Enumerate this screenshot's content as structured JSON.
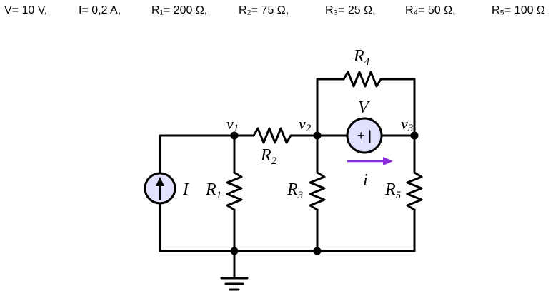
{
  "parameters": [
    {
      "text": "V= 10 V,"
    },
    {
      "text": "I= 0,2 A,"
    },
    {
      "text": "R₁= 200 Ω,"
    },
    {
      "text": "R₂= 75  Ω,"
    },
    {
      "text": "R₃= 25 Ω,"
    },
    {
      "text": "R₄= 50 Ω,"
    },
    {
      "text": "R₅= 100 Ω"
    }
  ],
  "circuit": {
    "labels": {
      "R4": {
        "main": "R",
        "sub": "4"
      },
      "R2": {
        "main": "R",
        "sub": "2"
      },
      "R1": {
        "main": "R",
        "sub": "1"
      },
      "R3": {
        "main": "R",
        "sub": "3"
      },
      "R5": {
        "main": "R",
        "sub": "5"
      },
      "V": "V",
      "I": "I",
      "i": "i",
      "v1": {
        "main": "v",
        "sub": "1"
      },
      "v2": {
        "main": "v",
        "sub": "2"
      },
      "v3": {
        "main": "v",
        "sub": "3"
      }
    },
    "source_symbol": "+ |",
    "colors": {
      "wire": "#000000",
      "source_fill": "#e0e0ff",
      "arrow": "#8a2be2"
    }
  }
}
